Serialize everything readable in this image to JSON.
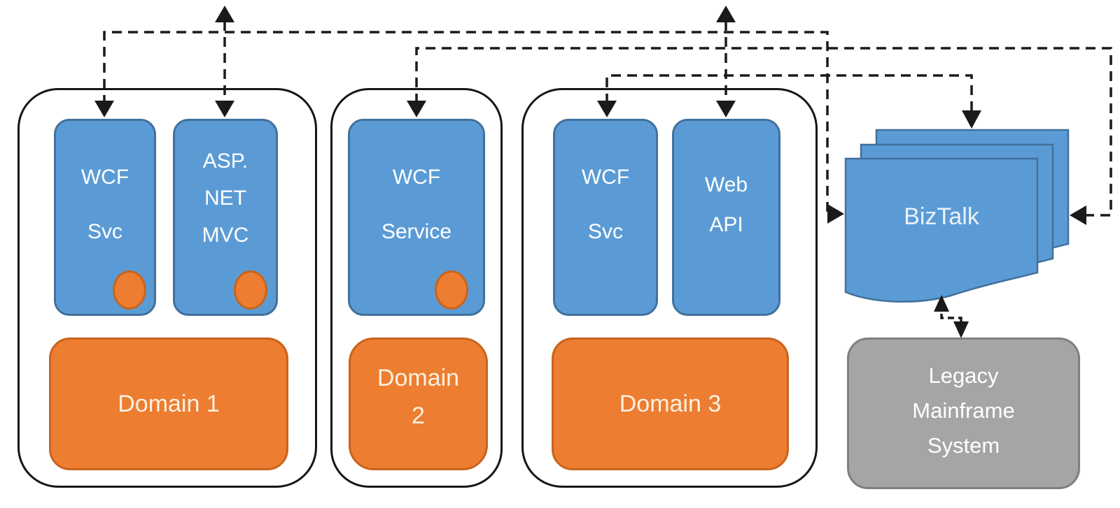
{
  "colors": {
    "service_blue": "#5b9bd5",
    "service_blue_border": "#41719c",
    "domain_orange": "#ed7d31",
    "domain_orange_border": "#c8641c",
    "legacy_gray": "#a5a5a5",
    "connector_black": "#1a1a1a",
    "text_white": "#ffffff"
  },
  "domains": [
    {
      "container_label": "Domain 1",
      "services": [
        {
          "lines": [
            "WCF",
            "Svc"
          ],
          "endpoint_dot": true
        },
        {
          "lines": [
            "ASP.",
            "NET",
            "MVC"
          ],
          "endpoint_dot": true
        }
      ]
    },
    {
      "container_label": "Domain 2",
      "label_lines": [
        "Domain",
        "2"
      ],
      "services": [
        {
          "lines": [
            "WCF",
            "Service"
          ],
          "endpoint_dot": true
        }
      ]
    },
    {
      "container_label": "Domain 3",
      "services": [
        {
          "lines": [
            "WCF",
            "Svc"
          ],
          "endpoint_dot": false
        },
        {
          "lines": [
            "Web",
            "API"
          ],
          "endpoint_dot": false
        }
      ]
    }
  ],
  "biztalk": {
    "label": "BizTalk"
  },
  "legacy": {
    "lines": [
      "Legacy",
      "Mainframe",
      "System"
    ]
  }
}
